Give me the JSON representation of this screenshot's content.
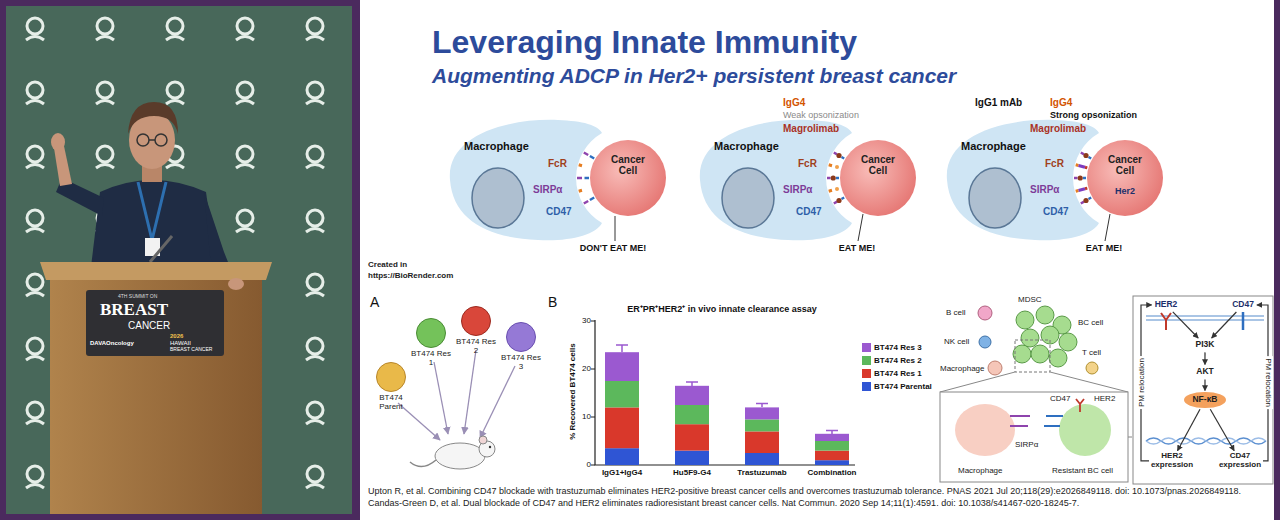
{
  "diagram": {
    "title": "Leveraging Innate Immunity",
    "nodes": [
      {
        "text": [
          "Macrophage"
        ]
      },
      {
        "text": [
          "Cancer Cell"
        ]
      },
      {
        "text": [
          "Macrophage"
        ]
      },
      {
        "text": [
          "Cancer Cell"
        ]
      },
      {
        "text": [
          "Macrophage"
        ]
      },
      {
        "text": [
          "Cancer Cell"
        ]
      },
      {
        "text": [
          "BT474 Parent"
        ]
      },
      {
        "text": [
          "BT474 Res 1"
        ]
      },
      {
        "text": [
          "BT474 Res 2"
        ]
      },
      {
        "text": [
          "BT474 Res 3"
        ]
      },
      {
        "text": [
          "HER2"
        ]
      },
      {
        "text": [
          "CD47"
        ]
      },
      {
        "text": [
          "PI3K"
        ]
      },
      {
        "text": [
          "AKT"
        ]
      },
      {
        "text": [
          "NF-κB"
        ]
      },
      {
        "text": [
          "HER2 expression"
        ]
      },
      {
        "text": [
          "CD47 expression"
        ]
      }
    ],
    "edges": [
      {
        "from": 10,
        "to": 12,
        "arrow": "to"
      },
      {
        "from": 11,
        "to": 12,
        "arrow": "to"
      },
      {
        "from": 12,
        "to": 13,
        "arrow": "to"
      },
      {
        "from": 13,
        "to": 14,
        "arrow": "to"
      },
      {
        "from": 14,
        "to": 15,
        "arrow": "to"
      },
      {
        "from": 14,
        "to": 16,
        "arrow": "to"
      },
      {
        "from": 15,
        "to": 10,
        "label": "PM relocation",
        "arrow": "to"
      },
      {
        "from": 16,
        "to": 11,
        "label": "PM relocation",
        "arrow": "to"
      }
    ],
    "labels": [
      "Augmenting ADCP in Her2+ persistent breast cancer",
      "FcR",
      "SIRPα",
      "CD47",
      "DON'T EAT ME!",
      "IgG4",
      "Weak opsonization",
      "Magrolimab",
      "FcR",
      "SIRPα",
      "CD47",
      "EAT ME!",
      "IgG1 mAb",
      "IgG4",
      "Strong opsonization",
      "Magrolimab",
      "FcR",
      "Her2",
      "SIRPα",
      "CD47",
      "EAT ME!",
      "Created in",
      "https://BioRender.com",
      "A",
      "B",
      "ER⁺PR⁺HER2⁺ in vivo innate clearance assay",
      "% Recovered BT474 cells",
      "30",
      "20",
      "10",
      "0",
      "IgG1+IgG4",
      "Hu5F9-G4",
      "Trastuzumab",
      "Combination",
      "MDSC",
      "B cell",
      "BC cell",
      "NK cell",
      "T cell",
      "Macrophage",
      "CD47",
      "HER2",
      "SIRPα",
      "Macrophage",
      "Resistant BC cell",
      "Upton R, et al. Combining CD47 blockade with trastuzumab eliminates HER2-positive breast cancer cells and overcomes trastuzumab tolerance. PNAS 2021 Jul 20;118(29):e2026849118. doi: 10.1073/pnas.2026849118.",
      "Candas-Green D, et al. Dual blockade of CD47 and HER2 eliminates radioresistant breast cancer cells. Nat Commun. 2020 Sep 14;11(1):4591. doi: 10.1038/s41467-020-18245-7.",
      "4TH SUMMIT ON",
      "BREAST",
      "CANCER",
      "DAVAOncology",
      "2026",
      "HAWAII",
      "BREAST CANCER"
    ],
    "legend": [
      {
        "text": "BT474 Res 3",
        "color": "#9b59d0"
      },
      {
        "text": "BT474 Res 2",
        "color": "#5cb85c"
      },
      {
        "text": "BT474 Res 1",
        "color": "#d9382b"
      },
      {
        "text": "BT474 Parental",
        "color": "#2f55d4"
      }
    ]
  }
}
